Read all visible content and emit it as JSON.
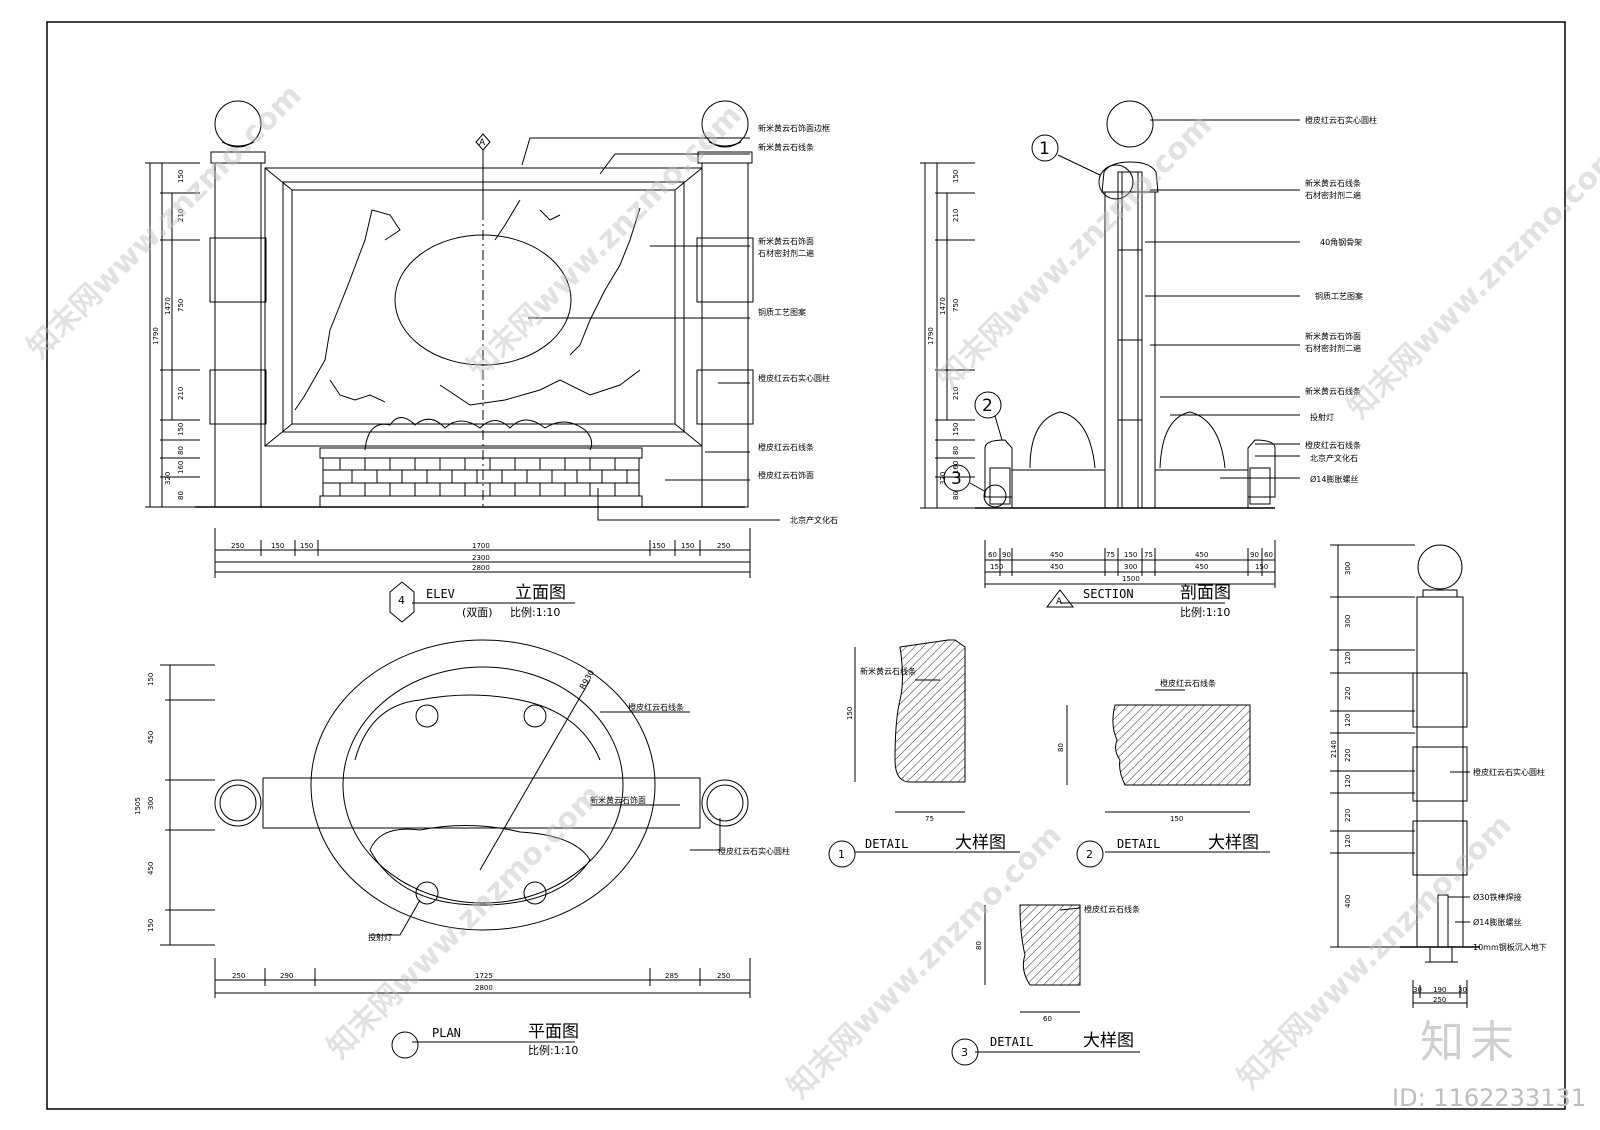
{
  "views": {
    "elev": {
      "num": "4",
      "en": "ELEV",
      "cn": "立面图",
      "sub": "(双面)",
      "scale": "比例:1:10"
    },
    "section": {
      "num": "A",
      "en": "SECTION",
      "cn": "剖面图",
      "scale": "比例:1:10"
    },
    "plan": {
      "en": "PLAN",
      "cn": "平面图",
      "scale": "比例:1:10"
    },
    "detail1": {
      "num": "1",
      "en": "DETAIL",
      "cn": "大样图"
    },
    "detail2": {
      "num": "2",
      "en": "DETAIL",
      "cn": "大样图"
    },
    "detail3": {
      "num": "3",
      "en": "DETAIL",
      "cn": "大样图"
    }
  },
  "section_mark": "A",
  "elev_labels": [
    "新米黄云石饰面边框",
    "新米黄云石线条",
    "新米黄云石饰面",
    "石材密封剂二遍",
    "铜质工艺图案",
    "橙皮红云石实心圆柱",
    "橙皮红云石线条",
    "橙皮红云石饰面",
    "北京产文化石"
  ],
  "elev_dims_h": [
    "250",
    "150",
    "150",
    "1700",
    "150",
    "150",
    "250",
    "2300",
    "2800"
  ],
  "elev_dims_v": [
    "150",
    "210",
    "750",
    "210",
    "150",
    "80",
    "160",
    "80",
    "320",
    "1470",
    "1790"
  ],
  "section_labels": [
    "橙皮红云石实心圆柱",
    "新米黄云石线条",
    "石材密封剂二遍",
    "40角钢骨架",
    "铜质工艺图案",
    "新米黄云石饰面",
    "石材密封剂二遍",
    "新米黄云石线条",
    "投射灯",
    "橙皮红云石线条",
    "北京产文化石",
    "Ø14膨胀螺丝"
  ],
  "section_callouts": [
    "1",
    "2",
    "3"
  ],
  "section_dims_h1": [
    "60",
    "90",
    "450",
    "75",
    "150",
    "75",
    "450",
    "90",
    "60"
  ],
  "section_dims_h2": [
    "150",
    "450",
    "300",
    "450",
    "150"
  ],
  "section_dims_total": "1500",
  "plan_labels": [
    "橙皮红云石线条",
    "新米黄云石饰面",
    "橙皮红云石实心圆柱",
    "投射灯"
  ],
  "plan_radius": "R930",
  "plan_dims_h": [
    "250",
    "290",
    "1725",
    "285",
    "250"
  ],
  "plan_dims_total": "2800",
  "plan_dims_v": [
    "150",
    "450",
    "300",
    "450",
    "150"
  ],
  "plan_dims_v_total": "1505",
  "detail1": {
    "label": "新米黄云石线条",
    "h": "150",
    "w": "75"
  },
  "detail2": {
    "label": "橙皮红云石线条",
    "h": "80",
    "w": "150"
  },
  "detail3": {
    "label": "橙皮红云石线条",
    "h": "80",
    "w": "60"
  },
  "column": {
    "labels": [
      "橙皮红云石实心圆柱",
      "Ø30铁棒焊接",
      "Ø14膨胀螺丝",
      "10mm钢板沉入地下"
    ],
    "dims_v": [
      "300",
      "300",
      "120",
      "220",
      "120",
      "220",
      "120",
      "220",
      "120",
      "400"
    ],
    "total": "2140",
    "dims_h": [
      "30",
      "190",
      "30"
    ],
    "width": "250"
  },
  "watermark": "知末网www.znzmo.com",
  "brand": "知末",
  "id_text": "ID: 1162233131"
}
